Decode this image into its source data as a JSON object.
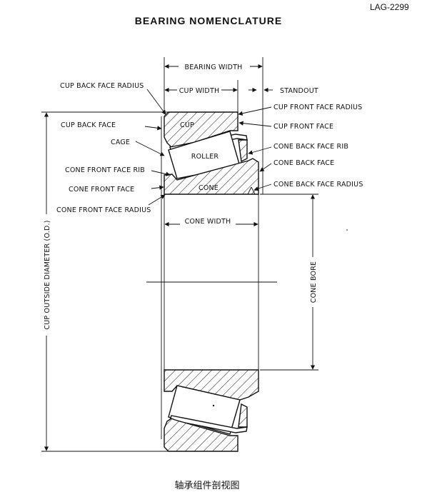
{
  "title": "BEARING NOMENCLATURE",
  "doc_code": "LAG-2299",
  "caption": "轴承组件剖视图",
  "parts": {
    "cup": "CUP",
    "roller": "ROLLER",
    "cone": "CONE"
  },
  "labels": {
    "bearing_width": "BEARING WIDTH",
    "cup_width": "CUP WIDTH",
    "standout": "STANDOUT",
    "cup_back_face_radius": "CUP BACK FACE RADIUS",
    "cup_front_face_radius": "CUP FRONT FACE RADIUS",
    "cup_back_face": "CUP BACK FACE",
    "cup_front_face": "CUP FRONT FACE",
    "cage": "CAGE",
    "cone_back_face_rib": "CONE BACK FACE RIB",
    "cone_back_face": "CONE BACK FACE",
    "cone_front_face_rib": "CONE FRONT FACE RIB",
    "cone_front_face": "CONE FRONT FACE",
    "cone_back_face_radius": "CONE BACK FACE RADIUS",
    "cone_front_face_radius": "CONE FRONT FACE RADIUS",
    "cone_width": "CONE WIDTH",
    "cone_bore": "CONE BORE",
    "cup_outside_diameter": "CUP OUTSIDE DIAMETER (O.D.)"
  }
}
